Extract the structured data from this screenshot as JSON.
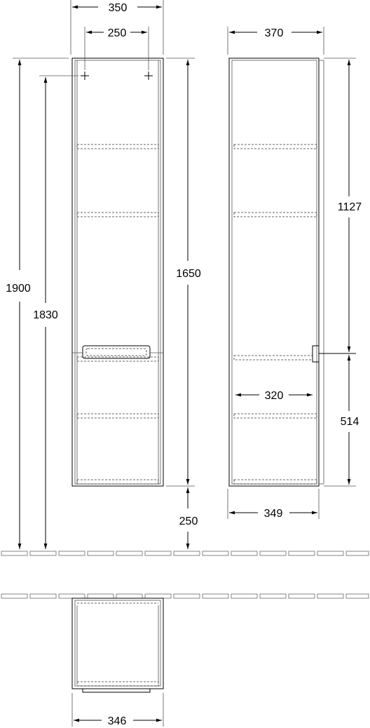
{
  "dimensions": {
    "front_width_outer": "350",
    "mount_holes_spacing": "250",
    "side_depth_top": "370",
    "total_height": "1900",
    "mount_height": "1830",
    "body_height": "1650",
    "floor_clearance": "250",
    "upper_section": "1127",
    "lower_section": "514",
    "inner_depth": "320",
    "side_depth_bottom": "349",
    "plan_width": "346"
  }
}
